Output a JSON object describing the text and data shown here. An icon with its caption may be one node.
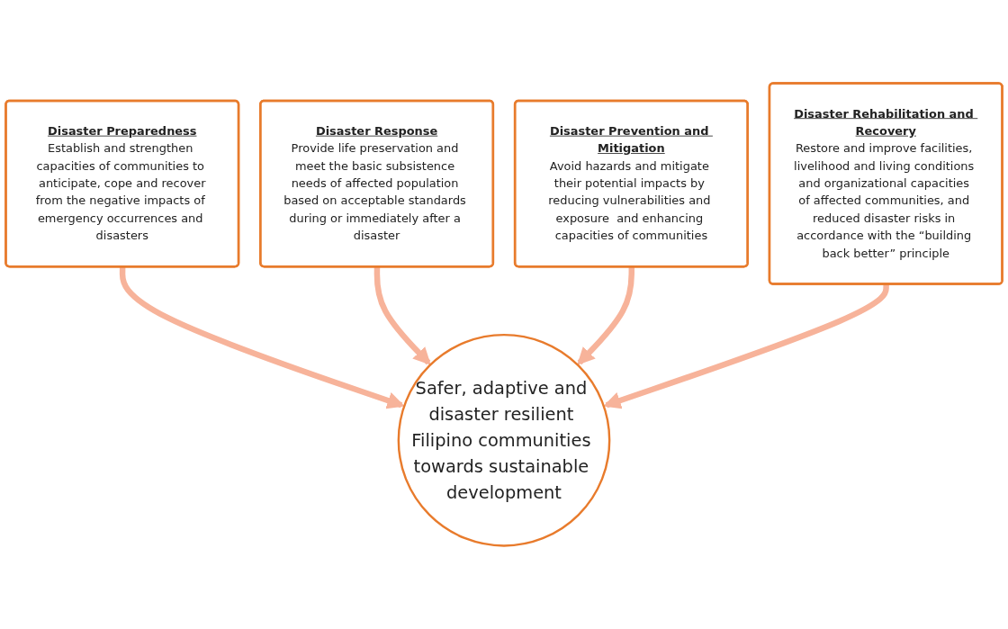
{
  "diagram": {
    "nodes": [
      {
        "text": [
          "Disaster Preparedness",
          "Establish and strengthen capacities of communities to anticipate, cope and recover",
          "from the negative impacts of emergency occurrences and disasters"
        ]
      },
      {
        "text": [
          "Disaster Response",
          "Provide life preservation and meet the basic subsistence needs of affected population based on acceptable standards during or immediately after a disaster"
        ]
      },
      {
        "text": [
          "Disaster Prevention and Mitigation",
          "Avoid hazards and mitigate their potential impacts by reducing vulnerabilities and exposure  and enhancing capacities of communities"
        ]
      },
      {
        "text": [
          "Safer, adaptive and disaster resilient Filipino communities towards sustainable development"
        ]
      },
      {
        "text": [
          "Disaster Rehabilitation and Recovery",
          "Restore and improve facilities, livelihood and living conditions and organizational capacities of affected communities, and reduced disaster risks in accordance with the “building back better” principle"
        ]
      }
    ],
    "edges": [
      {
        "from": 0,
        "to": 3,
        "arrow": "to"
      },
      {
        "from": 1,
        "to": 3,
        "arrow": "to"
      },
      {
        "from": 2,
        "to": 3,
        "arrow": "to"
      },
      {
        "from": 4,
        "to": 3,
        "arrow": "to"
      }
    ]
  }
}
